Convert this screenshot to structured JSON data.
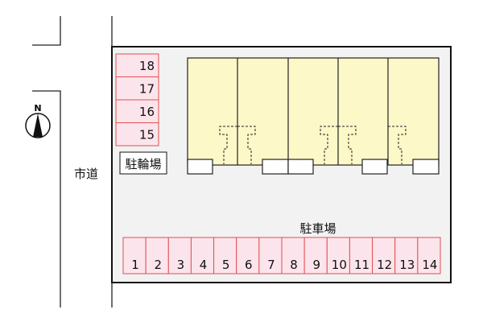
{
  "road_label": "市道",
  "compass_label": "N",
  "bicycle_parking_label": "駐輪場",
  "car_parking_label": "駐車場",
  "bicycle_slots": [
    "18",
    "17",
    "16",
    "15"
  ],
  "car_slots": [
    "1",
    "2",
    "3",
    "4",
    "5",
    "6",
    "7",
    "8",
    "9",
    "10",
    "11",
    "12",
    "13",
    "14"
  ],
  "colors": {
    "slot_fill": "#fce4ec",
    "slot_stroke": "#e05050",
    "building_fill": "#fdf8c8",
    "site_fill": "#f2f2f2"
  }
}
